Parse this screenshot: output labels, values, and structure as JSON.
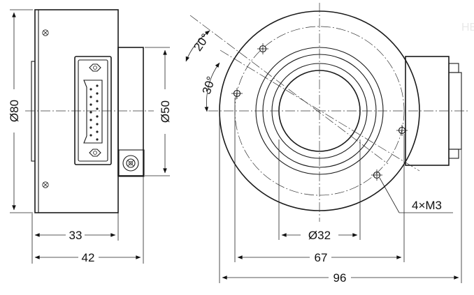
{
  "watermark": "HB",
  "side_view": {
    "dim_diameter": "Ø80",
    "dim_shaft_diameter": "Ø50",
    "dim_width_short": "33",
    "dim_width_full": "42"
  },
  "front_view": {
    "dim_angle_a": "20°",
    "dim_angle_b": "30°",
    "dim_bore": "Ø32",
    "dim_pitch_circle": "67",
    "dim_outer": "96",
    "hole_callout": "4×M3"
  }
}
